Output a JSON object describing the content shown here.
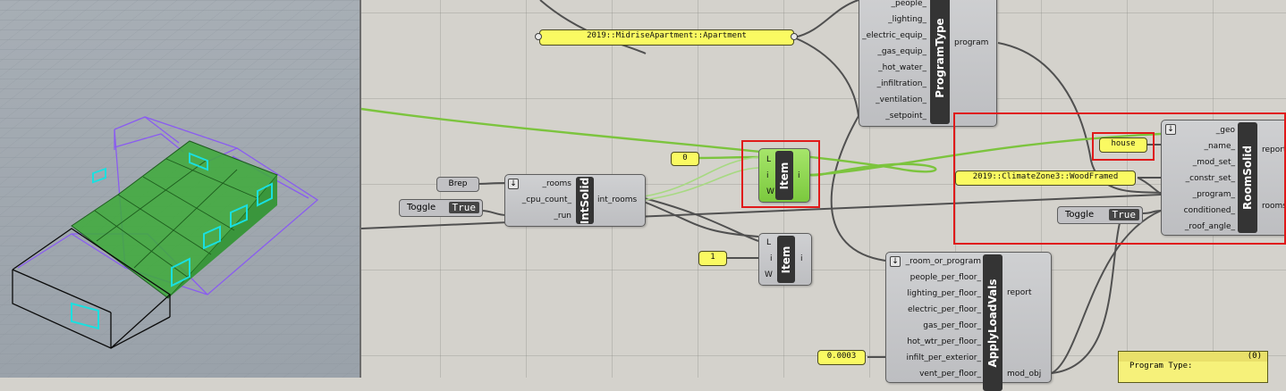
{
  "viewport": {
    "label": "rhino-perspective-viewport"
  },
  "components": {
    "program_type": {
      "name": "ProgramType",
      "inputs": [
        "_people_",
        "_lighting_",
        "_electric_equip_",
        "_gas_equip_",
        "_hot_water_",
        "_infiltration_",
        "_ventilation_",
        "_setpoint_"
      ],
      "output": "program"
    },
    "intsolid": {
      "name": "IntSolid",
      "inputs": [
        "_rooms",
        "_cpu_count_",
        "_run"
      ],
      "output": "int_rooms"
    },
    "item_top": {
      "name": "Item",
      "inputs": [
        "L",
        "i",
        "W"
      ],
      "output": "i"
    },
    "item_bottom": {
      "name": "Item",
      "inputs": [
        "L",
        "i",
        "W"
      ],
      "output": "i"
    },
    "roomsolid": {
      "name": "RoomSolid",
      "inputs": [
        "_geo",
        "_name_",
        "_mod_set_",
        "_constr_set_",
        "_program_",
        "conditioned_",
        "_roof_angle_"
      ],
      "outputs": [
        "report",
        "rooms"
      ]
    },
    "applyloadvals": {
      "name": "ApplyLoadVals",
      "inputs": [
        "_room_or_program",
        "people_per_floor_",
        "lighting_per_floor_",
        "electric_per_floor_",
        "gas_per_floor_",
        "hot_wtr_per_floor_",
        "infilt_per_exterior_",
        "vent_per_floor_"
      ],
      "outputs": [
        "report",
        "mod_obj"
      ]
    }
  },
  "panels": {
    "program_name": "2019::MidriseApartment::Apartment",
    "construction_set": "2019::ClimateZone3::WoodFramed",
    "room_name": "house",
    "index_zero": "0",
    "index_one": "1",
    "infiltration": "0.0003",
    "program_type_header": "(0)",
    "program_type_text": "Program Type:"
  },
  "params": {
    "brep": "Brep"
  },
  "toggles": {
    "toggle_left": {
      "label": "Toggle",
      "value": "True"
    },
    "toggle_right": {
      "label": "Toggle",
      "value": "True"
    }
  },
  "colors": {
    "canvas": "#d4d2cc",
    "panel_yellow": "#fafa62",
    "component_body": "#c6c7ca",
    "selected_green": "#8fd852",
    "highlight_red": "#e01a1a",
    "wire_dark": "#505050",
    "wire_green": "#7cc43e"
  }
}
